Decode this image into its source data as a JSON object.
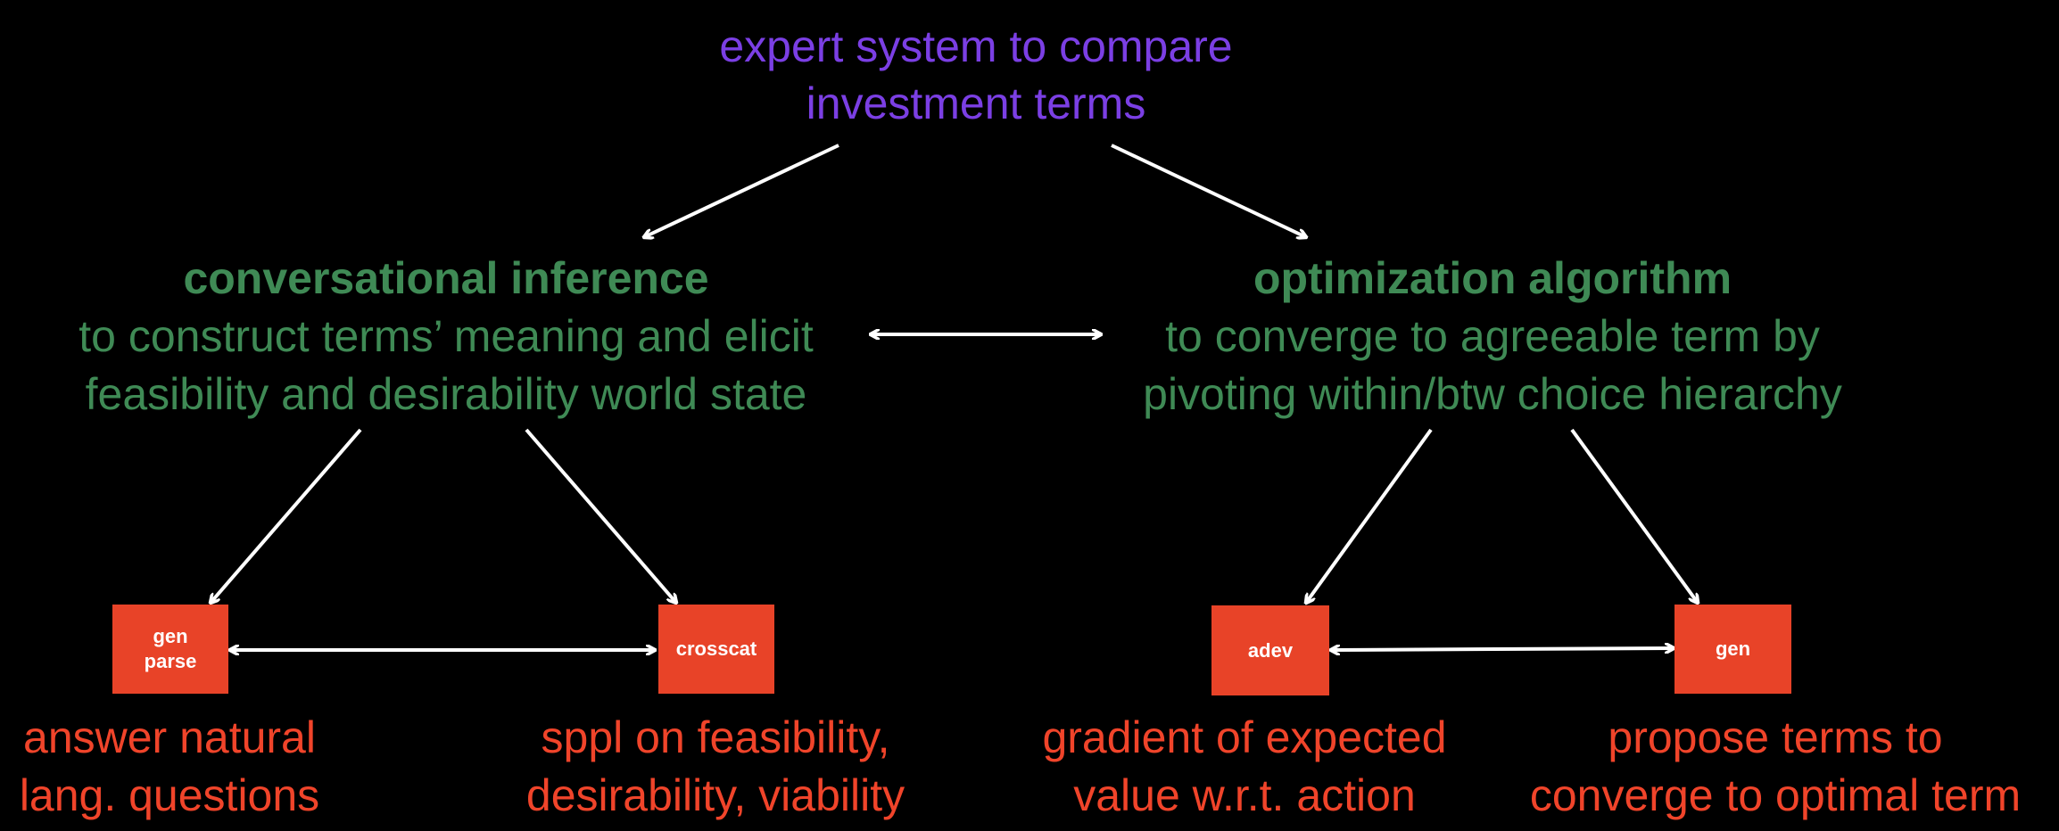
{
  "title": {
    "line1": "expert system to compare",
    "line2": "investment terms",
    "color": "#7b3fe4"
  },
  "left_node": {
    "heading": "conversational inference",
    "line1": "to construct terms’ meaning and elicit",
    "line2": "feasibility and desirability world state",
    "color": "#3f8a55"
  },
  "right_node": {
    "heading": "optimization algorithm",
    "line1": "to converge to agreeable term by",
    "line2": "pivoting within/btw choice hierarchy",
    "color": "#3f8a55"
  },
  "boxes": [
    {
      "label_line1": "gen",
      "label_line2": "parse",
      "caption_line1": "answer natural",
      "caption_line2": "lang. questions"
    },
    {
      "label_line1": "crosscat",
      "label_line2": "",
      "caption_line1": "sppl on feasibility,",
      "caption_line2": "desirability, viability"
    },
    {
      "label_line1": "adev",
      "label_line2": "",
      "caption_line1": "gradient of expected",
      "caption_line2": "value w.r.t. action"
    },
    {
      "label_line1": "gen",
      "label_line2": "",
      "caption_line1": "propose terms to",
      "caption_line2": "converge to optimal term"
    }
  ],
  "box_color": "#e84328",
  "caption_color": "#f0442a",
  "arrow_color": "#ffffff"
}
